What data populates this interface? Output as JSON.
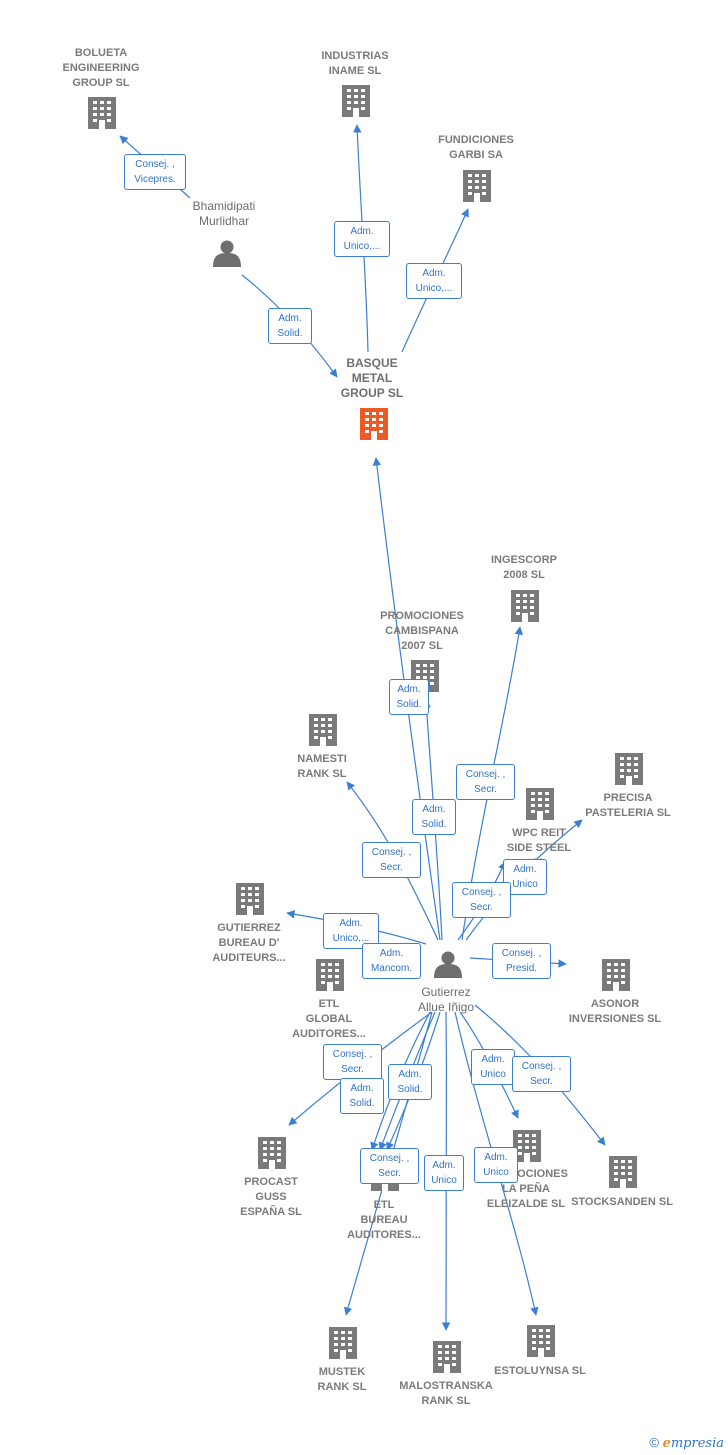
{
  "center": {
    "name": "BASQUE\nMETAL\nGROUP  SL",
    "color": "#ee5a24"
  },
  "persons": {
    "bham": {
      "name": "Bhamidipati\nMurlidhar"
    },
    "gut": {
      "name": "Gutierrez\nAllue Iñigo"
    }
  },
  "companies": [
    {
      "id": "bolueta",
      "name": "BOLUETA\nENGINEERING\nGROUP  SL"
    },
    {
      "id": "industrias",
      "name": "INDUSTRIAS\nINAME  SL"
    },
    {
      "id": "fundiciones",
      "name": "FUNDICIONES\nGARBI SA"
    },
    {
      "id": "ingescorp",
      "name": "INGESCORP\n2008 SL"
    },
    {
      "id": "promociones",
      "name": "PROMOCIONES\nCAMBISPANA\n2007 SL"
    },
    {
      "id": "namesti",
      "name": "NAMESTI\nRANK  SL"
    },
    {
      "id": "precisa",
      "name": "PRECISA\nPASTELERIA SL"
    },
    {
      "id": "wpc",
      "name": "WPC REIT\nSIDE STEEL\nSL"
    },
    {
      "id": "gutierrezb",
      "name": "GUTIERREZ\nBUREAU D'\nAUDITEURS..."
    },
    {
      "id": "etlglobal",
      "name": "ETL\nGLOBAL\nAUDITORES..."
    },
    {
      "id": "asonor",
      "name": "ASONOR\nINVERSIONES SL"
    },
    {
      "id": "procast",
      "name": "PROCAST\nGUSS\nESPAÑA  SL"
    },
    {
      "id": "etlbureau",
      "name": "ETL\nBUREAU\nAUDITORES..."
    },
    {
      "id": "lapena",
      "name": "PROMOCIONES\nLA PEÑA\nELEIZALDE  SL"
    },
    {
      "id": "stocksanden",
      "name": "STOCKSANDEN SL"
    },
    {
      "id": "mustek",
      "name": "MUSTEK\nRANK  SL"
    },
    {
      "id": "malostranska",
      "name": "MALOSTRANSKA\nRANK  SL"
    },
    {
      "id": "estoluynsa",
      "name": "ESTOLUYNSA SL"
    }
  ],
  "edge_labels": [
    {
      "id": "e_bolueta",
      "text": "Consej. ,\nVicepres."
    },
    {
      "id": "e_industrias",
      "text": "Adm.\nUnico,..."
    },
    {
      "id": "e_fundiciones",
      "text": "Adm.\nUnico,..."
    },
    {
      "id": "e_bham_center",
      "text": "Adm.\nSolid."
    },
    {
      "id": "e_gut_center",
      "text": "Adm.\nSolid."
    },
    {
      "id": "e_namesti",
      "text": "Consej. ,\nSecr."
    },
    {
      "id": "e_ingescorp",
      "text": "Consej. ,\nSecr."
    },
    {
      "id": "e_promociones",
      "text": "Adm.\nSolid."
    },
    {
      "id": "e_precisa",
      "text": "Adm.\nUnico"
    },
    {
      "id": "e_wpc",
      "text": "Consej. ,\nSecr."
    },
    {
      "id": "e_gutierrezb",
      "text": "Adm.\nUnico,..."
    },
    {
      "id": "e_etlglobal",
      "text": "Adm.\nMancom."
    },
    {
      "id": "e_asonor",
      "text": "Consej. ,\nPresid."
    },
    {
      "id": "e_procast",
      "text": "Consej. ,\nSecr."
    },
    {
      "id": "e_etlbureau1",
      "text": "Adm.\nSolid."
    },
    {
      "id": "e_etlbureau2",
      "text": "Adm.\nSolid."
    },
    {
      "id": "e_etlbureau3",
      "text": "Consej. ,\nSecr."
    },
    {
      "id": "e_lapena",
      "text": "Adm.\nUnico"
    },
    {
      "id": "e_stocksanden",
      "text": "Consej. ,\nSecr."
    },
    {
      "id": "e_malostranska",
      "text": "Adm.\nUnico"
    },
    {
      "id": "e_estoluynsa",
      "text": "Adm.\nUnico"
    }
  ],
  "footer": {
    "copyright": "©",
    "brand_e": "e",
    "brand_rest": "mpresia"
  },
  "colors": {
    "edge": "#3a7fd4",
    "building": "#7a7a7a",
    "person": "#6e6e6e",
    "center": "#ee5a24"
  }
}
